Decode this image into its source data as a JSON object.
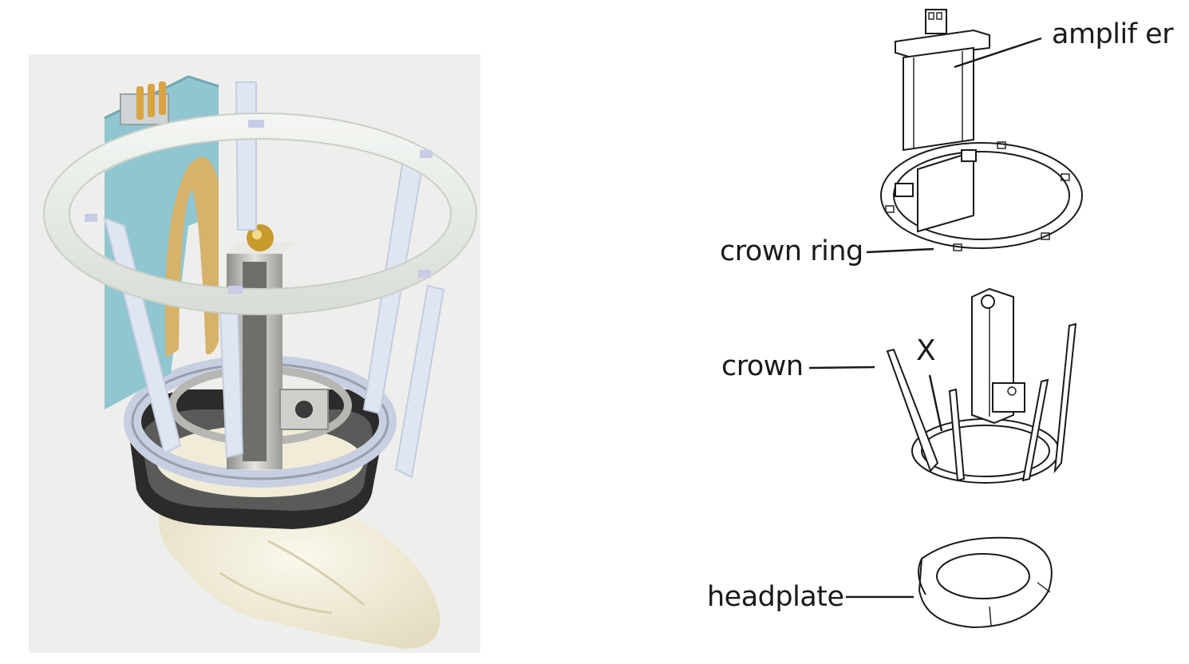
{
  "labels": {
    "amplifier": "amplif er",
    "crown_ring": "crown ring",
    "crown": "crown",
    "x_marker": "X",
    "headplate": "headplate"
  },
  "colors": {
    "panel_background": "#eeeeec",
    "ring": "#e6ebe6",
    "strut": "#dfe6f2",
    "amplifier_board": "#8fc6cf",
    "ribbon": "#d6b26a",
    "metal": "#b8b8b4",
    "skull": "#f1ecd8",
    "headplate_dark": "#2b2b2b",
    "line_art": "#1a1a1a"
  }
}
